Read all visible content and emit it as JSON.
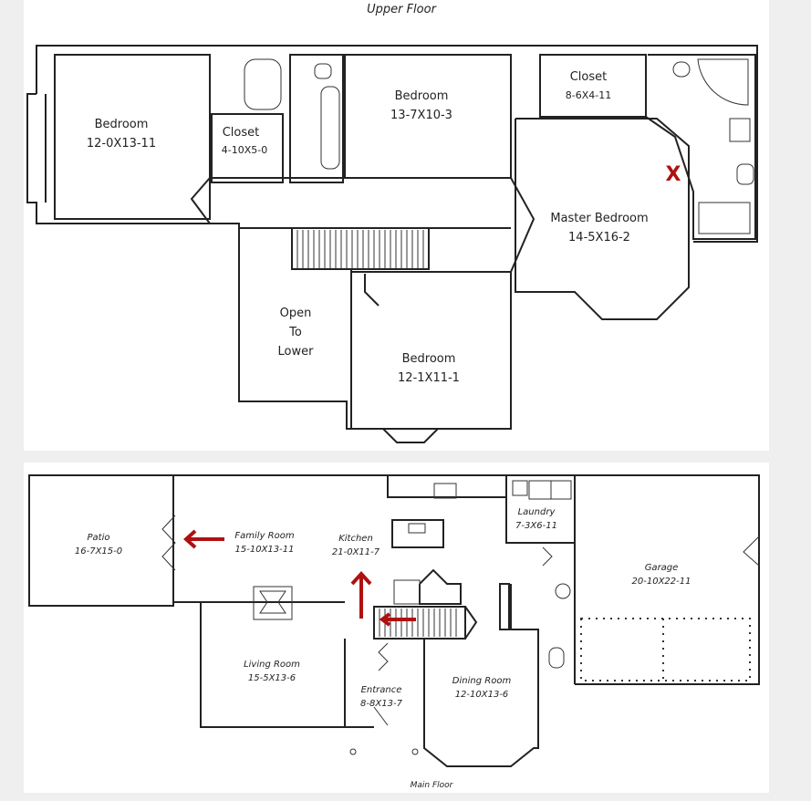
{
  "upper_floor": {
    "title": "Upper Floor",
    "rooms": [
      {
        "name": "Bedroom",
        "size": "12-0X13-11"
      },
      {
        "name": "Closet",
        "size": "4-10X5-0"
      },
      {
        "name": "Bedroom",
        "size": "13-7X10-3"
      },
      {
        "name": "Closet",
        "size": "8-6X4-11"
      },
      {
        "name": "Master Bedroom",
        "size": "14-5X16-2"
      },
      {
        "name": "Open To Lower",
        "lines": [
          "Open",
          "To",
          "Lower"
        ]
      },
      {
        "name": "Bedroom",
        "size": "12-1X11-1"
      }
    ],
    "marker": "X"
  },
  "main_floor": {
    "title": "Main Floor",
    "rooms": [
      {
        "name": "Patio",
        "size": "16-7X15-0"
      },
      {
        "name": "Family Room",
        "size": "15-10X13-11"
      },
      {
        "name": "Kitchen",
        "size": "21-0X11-7"
      },
      {
        "name": "Laundry",
        "size": "7-3X6-11"
      },
      {
        "name": "Garage",
        "size": "20-10X22-11"
      },
      {
        "name": "Living Room",
        "size": "15-5X13-6"
      },
      {
        "name": "Entrance",
        "size": "8-8X13-7"
      },
      {
        "name": "Dining Room",
        "size": "12-10X13-6"
      }
    ]
  },
  "colors": {
    "accent": "#b01010",
    "panel": "#ffffff",
    "background": "#efefef"
  }
}
